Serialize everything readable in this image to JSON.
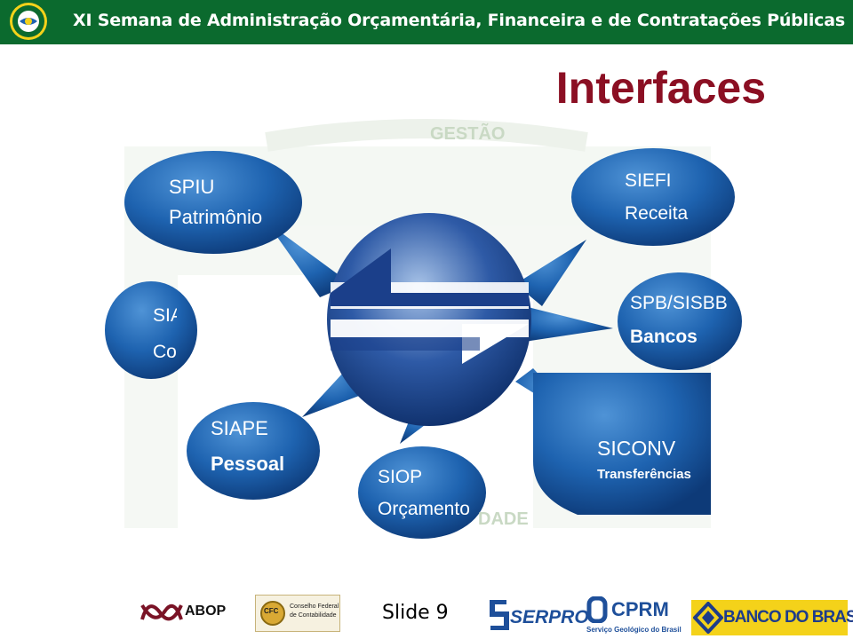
{
  "header": {
    "title": "XI Semana de Administração Orçamentária, Financeira e de Contratações Públicas",
    "logo_icon": "brazil-flag-seal-icon",
    "color": "#0b6a2e"
  },
  "slide": {
    "title": "Interfaces",
    "title_color": "#8b0f23",
    "number": "Slide 9"
  },
  "diagram": {
    "background_text": {
      "top": "GESTÃO",
      "bottom": "DADE"
    },
    "bubble_color": "#1e63b0",
    "center_icon": "bidirectional-arrows-icon",
    "nodes": [
      {
        "id": "spiu",
        "system": "SPIU",
        "area": "Patrimônio"
      },
      {
        "id": "siefi",
        "system": "SIEFI",
        "area": "Receita"
      },
      {
        "id": "sia",
        "system": "SIA",
        "area": "Co"
      },
      {
        "id": "spb",
        "system": "SPB/SISBB",
        "area": "Bancos"
      },
      {
        "id": "siape",
        "system": "SIAPE",
        "area": "Pessoal"
      },
      {
        "id": "siop",
        "system": "SIOP",
        "area": "Orçamento"
      },
      {
        "id": "siconv",
        "system": "SICONV",
        "area": "Transferências"
      }
    ]
  },
  "footer": {
    "logos": [
      {
        "name": "ABOP",
        "icon": "abop-logo-icon"
      },
      {
        "name": "CFC",
        "subtitle_1": "Conselho Federal",
        "subtitle_2": "de Contabilidade",
        "icon": "cfc-logo-icon"
      },
      {
        "name": "SERPRO",
        "icon": "serpro-logo-icon"
      },
      {
        "name": "CPRM",
        "subtitle": "Serviço Geológico do Brasil",
        "icon": "cprm-logo-icon"
      },
      {
        "name": "BANCO DO BRASIL",
        "icon": "banco-do-brasil-logo-icon"
      }
    ]
  }
}
